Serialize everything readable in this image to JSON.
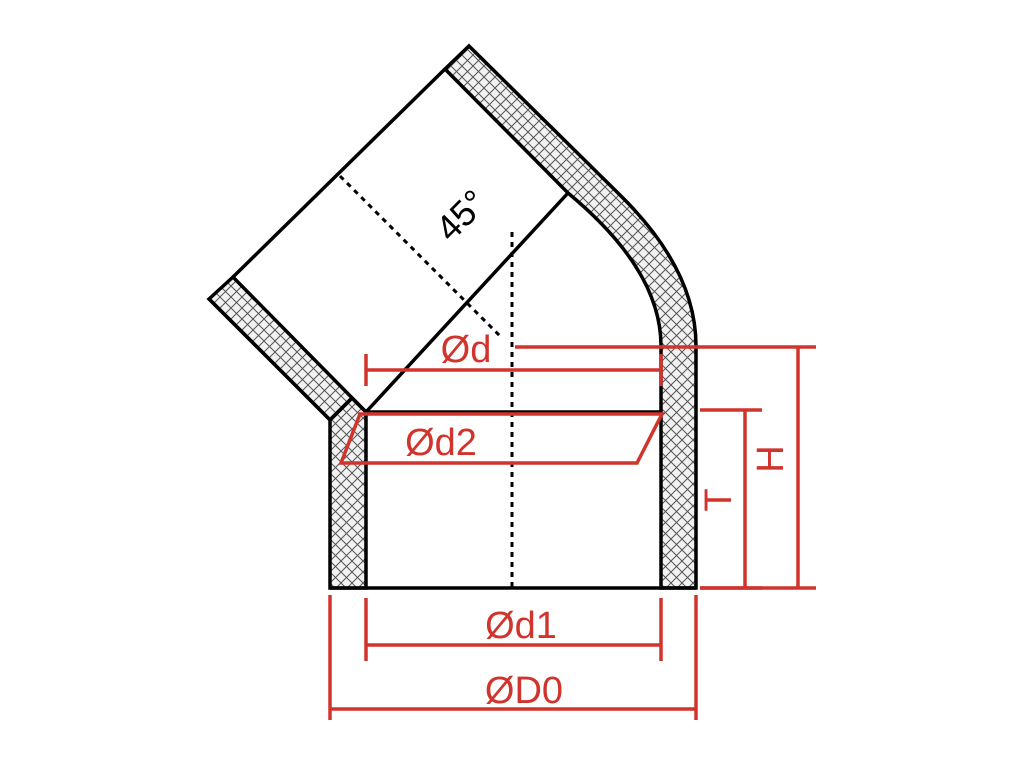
{
  "angle_label": "45°",
  "dimensions": {
    "d": "Ød",
    "d2": "Ød2",
    "d1": "Ød1",
    "D0": "ØD0",
    "H": "H",
    "T": "T"
  },
  "colors": {
    "outline": "#000000",
    "dimension": "#d0342c",
    "hatch": "#555555",
    "background": "#ffffff"
  }
}
